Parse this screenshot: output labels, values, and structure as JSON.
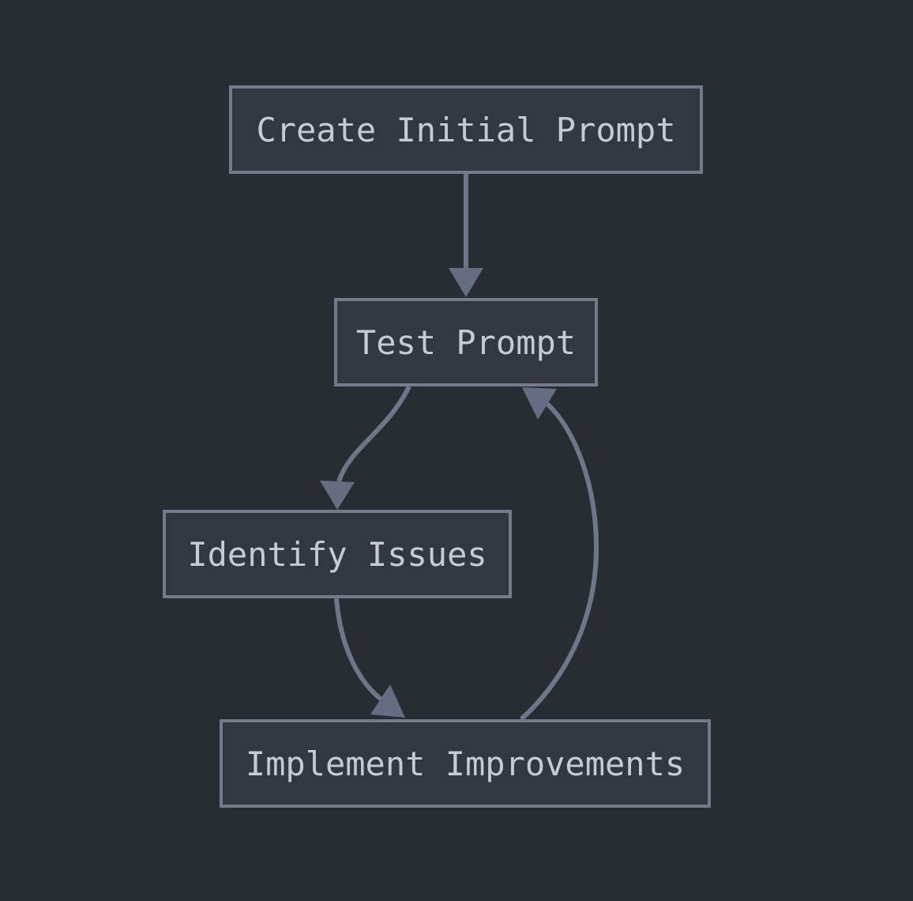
{
  "diagram": {
    "type": "flowchart",
    "direction": "top-down",
    "nodes": [
      {
        "id": "create",
        "label": "Create Initial Prompt"
      },
      {
        "id": "test",
        "label": "Test Prompt"
      },
      {
        "id": "identify",
        "label": "Identify Issues"
      },
      {
        "id": "implement",
        "label": "Implement Improvements"
      }
    ],
    "edges": [
      {
        "from": "Create Initial Prompt",
        "to": "Test Prompt",
        "shape": "straight"
      },
      {
        "from": "Test Prompt",
        "to": "Identify Issues",
        "shape": "curved"
      },
      {
        "from": "Identify Issues",
        "to": "Implement Improvements",
        "shape": "curved"
      },
      {
        "from": "Implement Improvements",
        "to": "Test Prompt",
        "shape": "curved"
      }
    ],
    "style": {
      "background_color": "#282c33",
      "node_fill_color": "#33373f",
      "node_border_color": "#737b8b",
      "label_color": "#c5cbd6",
      "arrow_line_color": "#6e7689",
      "arrowhead_color": "#646d82"
    }
  }
}
